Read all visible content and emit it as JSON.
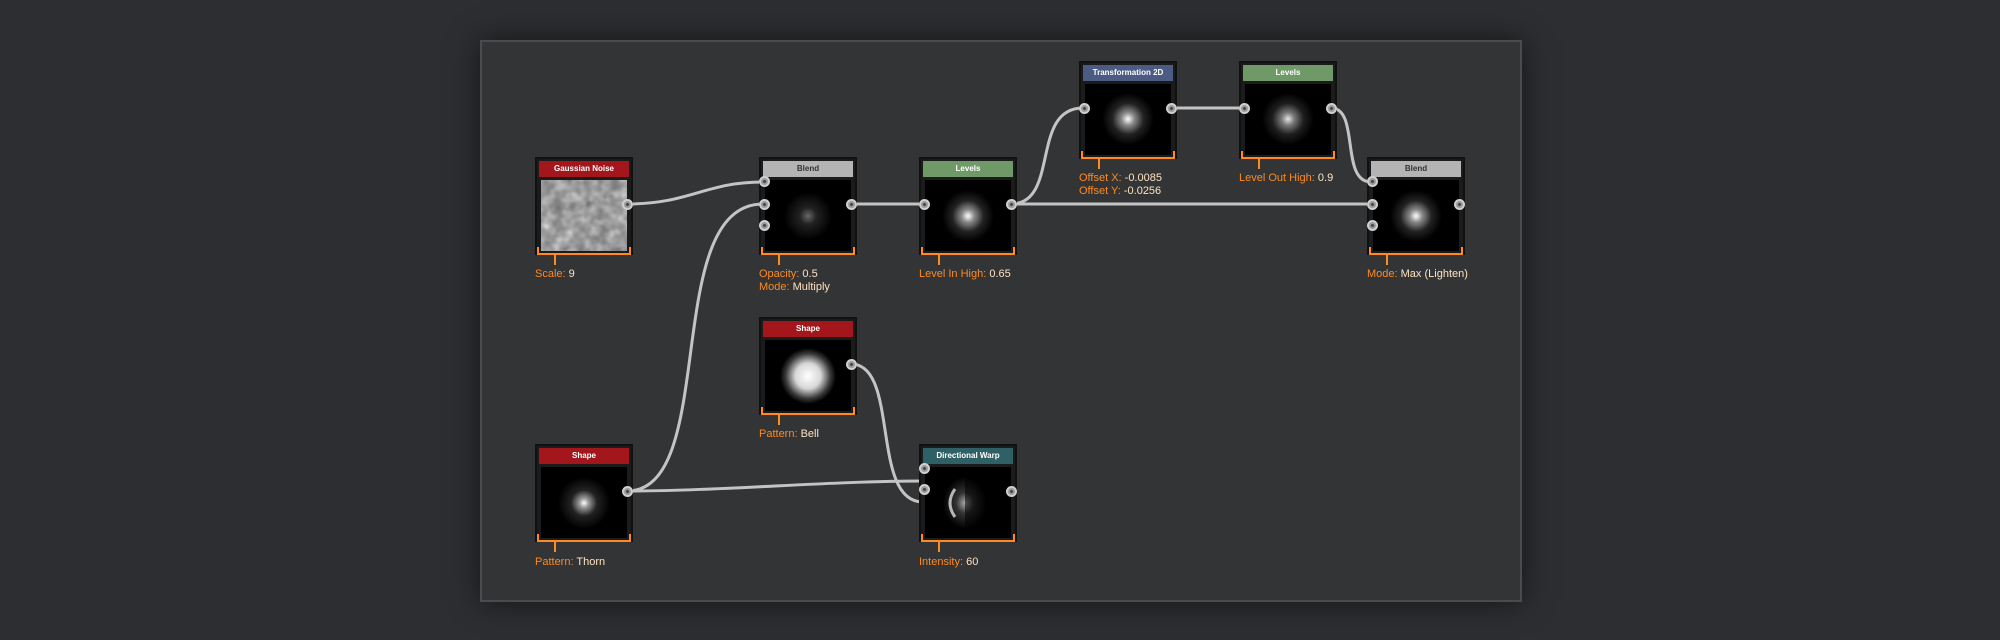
{
  "colors": {
    "wire": "#c4c4c4",
    "param_key": "#ff8a1f",
    "param_value": "#ffe2bf",
    "header_red": "#a3161b",
    "header_grey": "#b4b4b4",
    "header_green": "#6f9a68",
    "header_blue": "#4b5b84",
    "header_teal": "#2f6066"
  },
  "nodes": [
    {
      "id": "gaussian_noise",
      "title": "Gaussian Noise",
      "icon": "noise-thumbnail",
      "params": [
        {
          "key": "Scale:",
          "value": "9"
        }
      ]
    },
    {
      "id": "blend_1",
      "title": "Blend",
      "icon": "dim-glow-thumbnail",
      "params": [
        {
          "key": "Opacity:",
          "value": "0.5"
        },
        {
          "key": "Mode:",
          "value": "Multiply"
        }
      ]
    },
    {
      "id": "levels_1",
      "title": "Levels",
      "icon": "glow-thumbnail",
      "params": [
        {
          "key": "Level In High:",
          "value": "0.65"
        }
      ]
    },
    {
      "id": "transformation_2d",
      "title": "Transformation 2D",
      "icon": "glow-thumbnail",
      "params": [
        {
          "key": "Offset X:",
          "value": "-0.0085"
        },
        {
          "key": "Offset Y:",
          "value": "-0.0256"
        }
      ]
    },
    {
      "id": "levels_2",
      "title": "Levels",
      "icon": "glow-thumbnail",
      "params": [
        {
          "key": "Level Out High:",
          "value": "0.9"
        }
      ]
    },
    {
      "id": "blend_2",
      "title": "Blend",
      "icon": "glow-thumbnail",
      "params": [
        {
          "key": "Mode:",
          "value": "Max (Lighten)"
        }
      ]
    },
    {
      "id": "shape_bell",
      "title": "Shape",
      "icon": "bell-thumbnail",
      "params": [
        {
          "key": "Pattern:",
          "value": "Bell"
        }
      ]
    },
    {
      "id": "shape_thorn",
      "title": "Shape",
      "icon": "thorn-thumbnail",
      "params": [
        {
          "key": "Pattern:",
          "value": "Thorn"
        }
      ]
    },
    {
      "id": "directional_warp",
      "title": "Directional Warp",
      "icon": "warp-thumbnail",
      "params": [
        {
          "key": "Intensity:",
          "value": "60"
        }
      ]
    }
  ],
  "connections": [
    {
      "from": "gaussian_noise",
      "to": "blend_1",
      "input": 1
    },
    {
      "from": "shape_thorn",
      "to": "blend_1",
      "input": 2
    },
    {
      "from": "blend_1",
      "to": "levels_1",
      "input": 1
    },
    {
      "from": "levels_1",
      "to": "transformation_2d",
      "input": 1
    },
    {
      "from": "transformation_2d",
      "to": "levels_2",
      "input": 1
    },
    {
      "from": "levels_2",
      "to": "blend_2",
      "input": 1
    },
    {
      "from": "levels_1",
      "to": "blend_2",
      "input": 2
    },
    {
      "from": "shape_thorn",
      "to": "directional_warp",
      "input": 1
    },
    {
      "from": "shape_bell",
      "to": "directional_warp",
      "input": 2
    }
  ]
}
